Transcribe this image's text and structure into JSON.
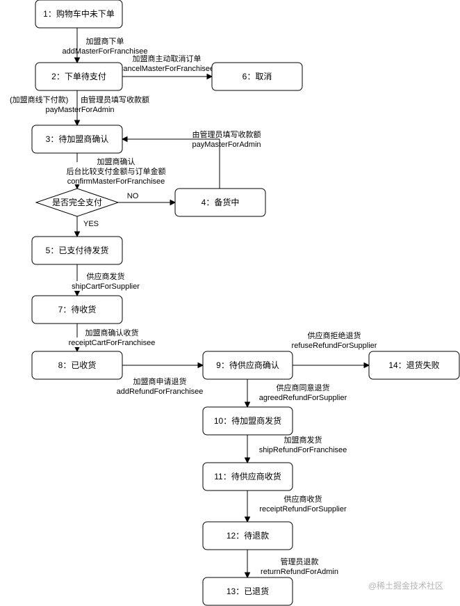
{
  "nodes": {
    "n1": "1：购物车中未下单",
    "n2": "2：下单待支付",
    "n3": "3：待加盟商确认",
    "n4": "4：备货中",
    "n5": "5：已支付待发货",
    "n6": "6：取消",
    "n7": "7：待收货",
    "n8": "8：已收货",
    "n9": "9：待供应商确认",
    "n10": "10：待加盟商发货",
    "n11": "11：待供应商收货",
    "n12": "12：待退款",
    "n13": "13：已退货",
    "n14": "14：退货失败",
    "decision": "是否完全支付"
  },
  "edges": {
    "e1_2": {
      "label1": "加盟商下单",
      "label2": "addMasterForFranchisee"
    },
    "e2_6": {
      "label1": "加盟商主动取消订单",
      "label2": "cancelMasterForFranchisee"
    },
    "e2_3": {
      "prefix": "(加盟商线下付款)",
      "label1": "由管理员填写收款额",
      "label2": "payMasterForAdmin"
    },
    "e4_3": {
      "label1": "由管理员填写收款额",
      "label2": "payMasterForAdmin"
    },
    "e3_d": {
      "label1": "加盟商确认",
      "label2": "后台比较支付金额与订单金额",
      "label3": "confirmMasterForFranchisee"
    },
    "ed_4": {
      "label1": "NO"
    },
    "ed_5": {
      "label1": "YES"
    },
    "e5_7": {
      "label1": "供应商发货",
      "label2": "shipCartForSupplier"
    },
    "e7_8": {
      "label1": "加盟商确认收货",
      "label2": "receiptCartForFranchisee"
    },
    "e8_9": {
      "label1": "加盟商申请退货",
      "label2": "addRefundForFranchisee"
    },
    "e9_14": {
      "label1": "供应商拒绝退货",
      "label2": "refuseRefundForSupplier"
    },
    "e9_10": {
      "label1": "供应商同意退货",
      "label2": "agreedRefundForSupplier"
    },
    "e10_11": {
      "label1": "加盟商发货",
      "label2": "shipRefundForFranchisee"
    },
    "e11_12": {
      "label1": "供应商收货",
      "label2": "receiptRefundForSupplier"
    },
    "e12_13": {
      "label1": "管理员退款",
      "label2": "returnRefundForAdmin"
    }
  },
  "watermark": "@稀土掘金技术社区"
}
